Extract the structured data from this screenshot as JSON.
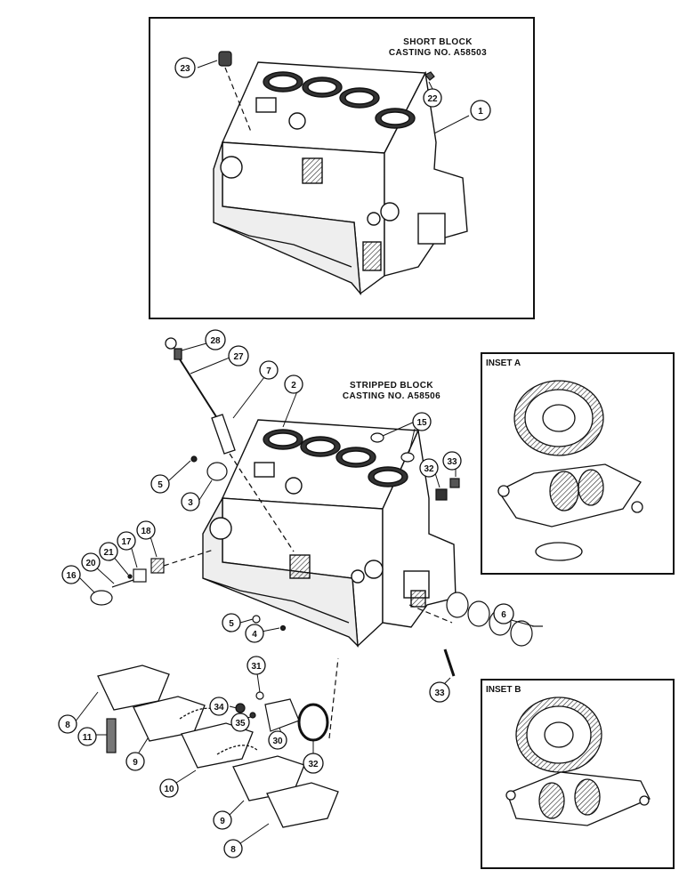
{
  "short_block": {
    "title_line1": "SHORT BLOCK",
    "title_line2": "CASTING NO. A58503"
  },
  "stripped_block": {
    "title_line1": "STRIPPED BLOCK",
    "title_line2": "CASTING NO. A58506"
  },
  "inset_a": {
    "title": "INSET A"
  },
  "inset_b": {
    "title": "INSET B"
  },
  "callouts": {
    "c1": "1",
    "c22": "22",
    "c23": "23",
    "c28": "28",
    "c27": "27",
    "c7": "7",
    "c2": "2",
    "c15": "15",
    "c5a": "5",
    "c3": "3",
    "c32a": "32",
    "c33a": "33",
    "c18": "18",
    "c17": "17",
    "c21": "21",
    "c20": "20",
    "c16": "16",
    "c5b": "5",
    "c4": "4",
    "c6": "6",
    "c33b": "33",
    "c31": "31",
    "c34": "34",
    "c35": "35",
    "c30": "30",
    "c32b": "32",
    "c8a": "8",
    "c11": "11",
    "c9a": "9",
    "c10": "10",
    "c9b": "9",
    "c8b": "8"
  }
}
